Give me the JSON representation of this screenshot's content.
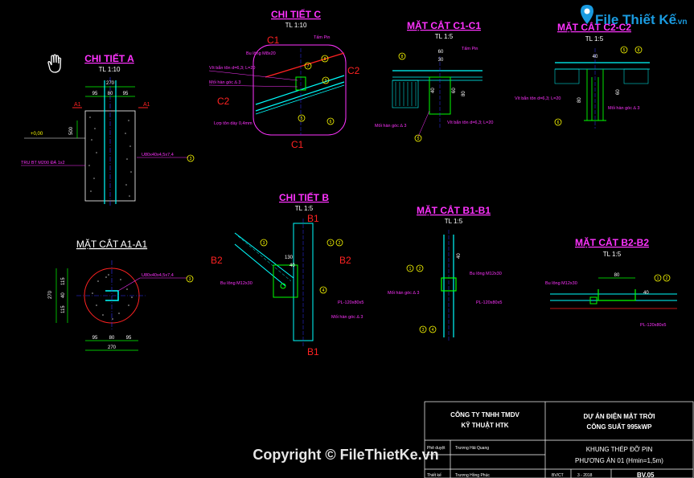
{
  "drawing": {
    "chi_tiet_a": {
      "title": "CHI TIẾT A",
      "scale": "TL 1:10",
      "dim_width": "270",
      "dim_parts": [
        "95",
        "80",
        "95"
      ],
      "section_marks": [
        "A1",
        "A1"
      ],
      "label_angle": "U80x40x4,5x7,4",
      "label_post": "TRU BT M200 ĐÁ 1x2",
      "level_mark": "+0,00",
      "dim_side": "500",
      "callout": "3"
    },
    "mat_cat_a1": {
      "title": "MẶT CẮT A1-A1",
      "dim_width": "270",
      "dim_parts": [
        "95",
        "80",
        "95"
      ],
      "dim_left": "270",
      "dim_right": [
        "115",
        "40",
        "115"
      ],
      "label_angle": "U80x40x4,5x7,4",
      "callout": "3"
    },
    "chi_tiet_c": {
      "title": "CHI TIẾT C",
      "scale": "TL 1:10",
      "marks": [
        "C1",
        "C1",
        "C2",
        "C2"
      ],
      "labels": [
        "Tấm Pin",
        "Bu lông M8x20",
        "Vít bắn tôn d=6,3; L=20",
        "Mối hàn góc ∆ 3",
        "Lợp tôn dày 0,4mm"
      ],
      "callouts": [
        "8",
        "9",
        "5",
        "6",
        "7"
      ]
    },
    "mat_cat_c1": {
      "title": "MẶT CẮT C1-C1",
      "scale": "TL 1:5",
      "dims": [
        "60",
        "30",
        "40",
        "60",
        "80"
      ],
      "labels": [
        "Tấm Pin",
        "Mối hàn góc ∆ 3",
        "Vít bắn tôn d=6,3; L=20"
      ],
      "callouts": [
        "8",
        "5"
      ]
    },
    "mat_cat_c2": {
      "title": "MẶT CẮT C2-C2",
      "scale": "TL 1:5",
      "dims": [
        "40",
        "60",
        "80"
      ],
      "labels": [
        "Vít bắn tôn d=6,3; L=20",
        "Mối hàn góc ∆ 3"
      ],
      "callouts": [
        "8",
        "5",
        "6"
      ]
    },
    "chi_tiet_b": {
      "title": "CHI TIẾT B",
      "scale": "TL 1:5",
      "marks": [
        "B1",
        "B1",
        "B2",
        "B2"
      ],
      "dims": [
        "130",
        "40"
      ],
      "labels": [
        "Bu lông M12x30",
        "PL-120x80x5",
        "Mối hàn góc ∆ 3"
      ],
      "callouts": [
        "1",
        "2",
        "3",
        "4"
      ]
    },
    "mat_cat_b1": {
      "title": "MẶT CẮT B1-B1",
      "scale": "TL 1:5",
      "dims": [
        "40"
      ],
      "labels": [
        "Bu lông M12x30",
        "Mối hàn góc ∆ 3",
        "PL-120x80x5"
      ],
      "callouts": [
        "1",
        "2",
        "3",
        "4"
      ]
    },
    "mat_cat_b2": {
      "title": "MẶT CẮT B2-B2",
      "scale": "TL 1:5",
      "dims": [
        "80",
        "40"
      ],
      "labels": [
        "Bu lông M12x30",
        "PL-120x80x5"
      ],
      "callouts": [
        "1",
        "2"
      ]
    }
  },
  "title_block": {
    "company_line1": "CÔNG TY TNHH TMDV",
    "company_line2": "KỸ THUẬT HTK",
    "project_line1": "DỰ ÁN ĐIỆN MẶT TRỜI",
    "project_line2": "CÔNG SUẤT 995kWP",
    "designer_role": "Phê duyệt",
    "designer_name": "Trương Hải Quang",
    "drawer_role": "Thiết kế",
    "drawer_name": "Trương Hồng Phúc",
    "drawing_title": "KHUNG THÉP ĐỠ PIN",
    "drawing_sub": "PHƯƠNG ÁN 01 (Hmin=1,5m)",
    "scale_code": "BV/CT",
    "date": "3 - 2018",
    "sheet": "BV.05"
  },
  "watermark": {
    "copyright": "Copyright © FileThietKe.vn",
    "logo_text": "File Thiết Kế",
    "logo_domain": ".vn"
  },
  "colors": {
    "bg": "#000000",
    "title": "#ff33ff",
    "dim": "#00ff00",
    "steel": "#00ffff",
    "concrete": "#ffffff",
    "cut": "#ff2222",
    "callout": "#ffff00",
    "center": "#3333ff"
  }
}
